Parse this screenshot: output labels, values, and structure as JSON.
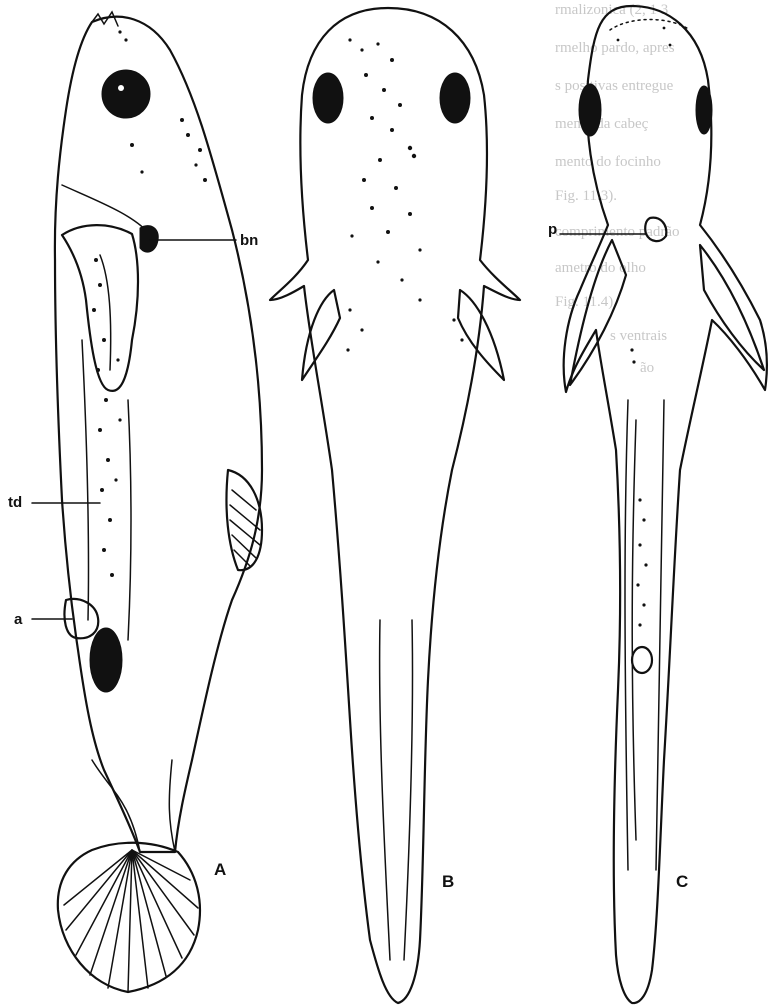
{
  "figure": {
    "panels": [
      {
        "id": "A",
        "label": "A"
      },
      {
        "id": "B",
        "label": "B"
      },
      {
        "id": "C",
        "label": "C"
      }
    ],
    "annotations": [
      {
        "id": "bn",
        "text": "bn"
      },
      {
        "id": "td",
        "text": "td"
      },
      {
        "id": "a",
        "text": "a"
      },
      {
        "id": "p",
        "text": "p"
      }
    ]
  },
  "background_text": {
    "lines": [
      "rmalizonica (2, 1 3",
      "rmelho pardo, apres",
      "s positivas entregue",
      "mento da cabeç",
      "mento do focinho",
      "Fig. 11.3). ",
      "comprimento padrão",
      "ametro do olho",
      "Fig. 11.4)",
      "s ventrais",
      "ão"
    ]
  }
}
